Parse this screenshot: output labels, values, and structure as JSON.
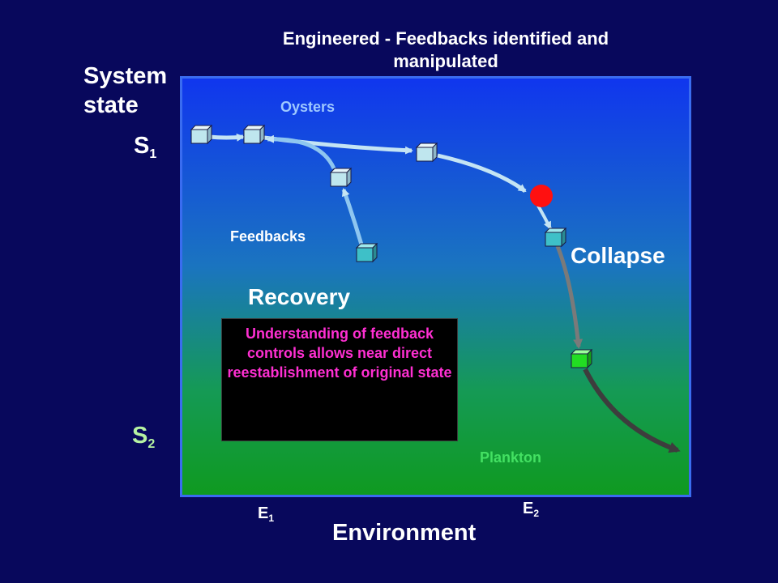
{
  "title": {
    "line1": "Engineered  -  Feedbacks identified and",
    "line2": "manipulated"
  },
  "y_axis": {
    "label_line1": "System",
    "label_line2": "state",
    "s1_main": "S",
    "s1_sub": "1",
    "s2_main": "S",
    "s2_sub": "2"
  },
  "x_axis": {
    "label": "Environment",
    "e1_main": "E",
    "e1_sub": "1",
    "e2_main": "E",
    "e2_sub": "2"
  },
  "labels": {
    "oysters": "Oysters",
    "feedbacks": "Feedbacks",
    "collapse": "Collapse",
    "recovery": "Recovery",
    "plankton": "Plankton"
  },
  "note": {
    "text": "Understanding of feedback controls allows near direct reestablishment of original state"
  },
  "colors": {
    "background": "#08085c",
    "panel_border": "#3a6cf0",
    "panel_top": "#1036ee",
    "panel_bottom": "#0f9a20",
    "s2_label": "#b6f2a2",
    "oysters_label": "#9ec8ff",
    "plankton_label": "#43e062",
    "note_text": "#ff2fd2",
    "tipping_point": "#ff1010",
    "cube_light": "#bfe6ee",
    "cube_teal": "#3ec0c8",
    "cube_green": "#22dd22"
  }
}
